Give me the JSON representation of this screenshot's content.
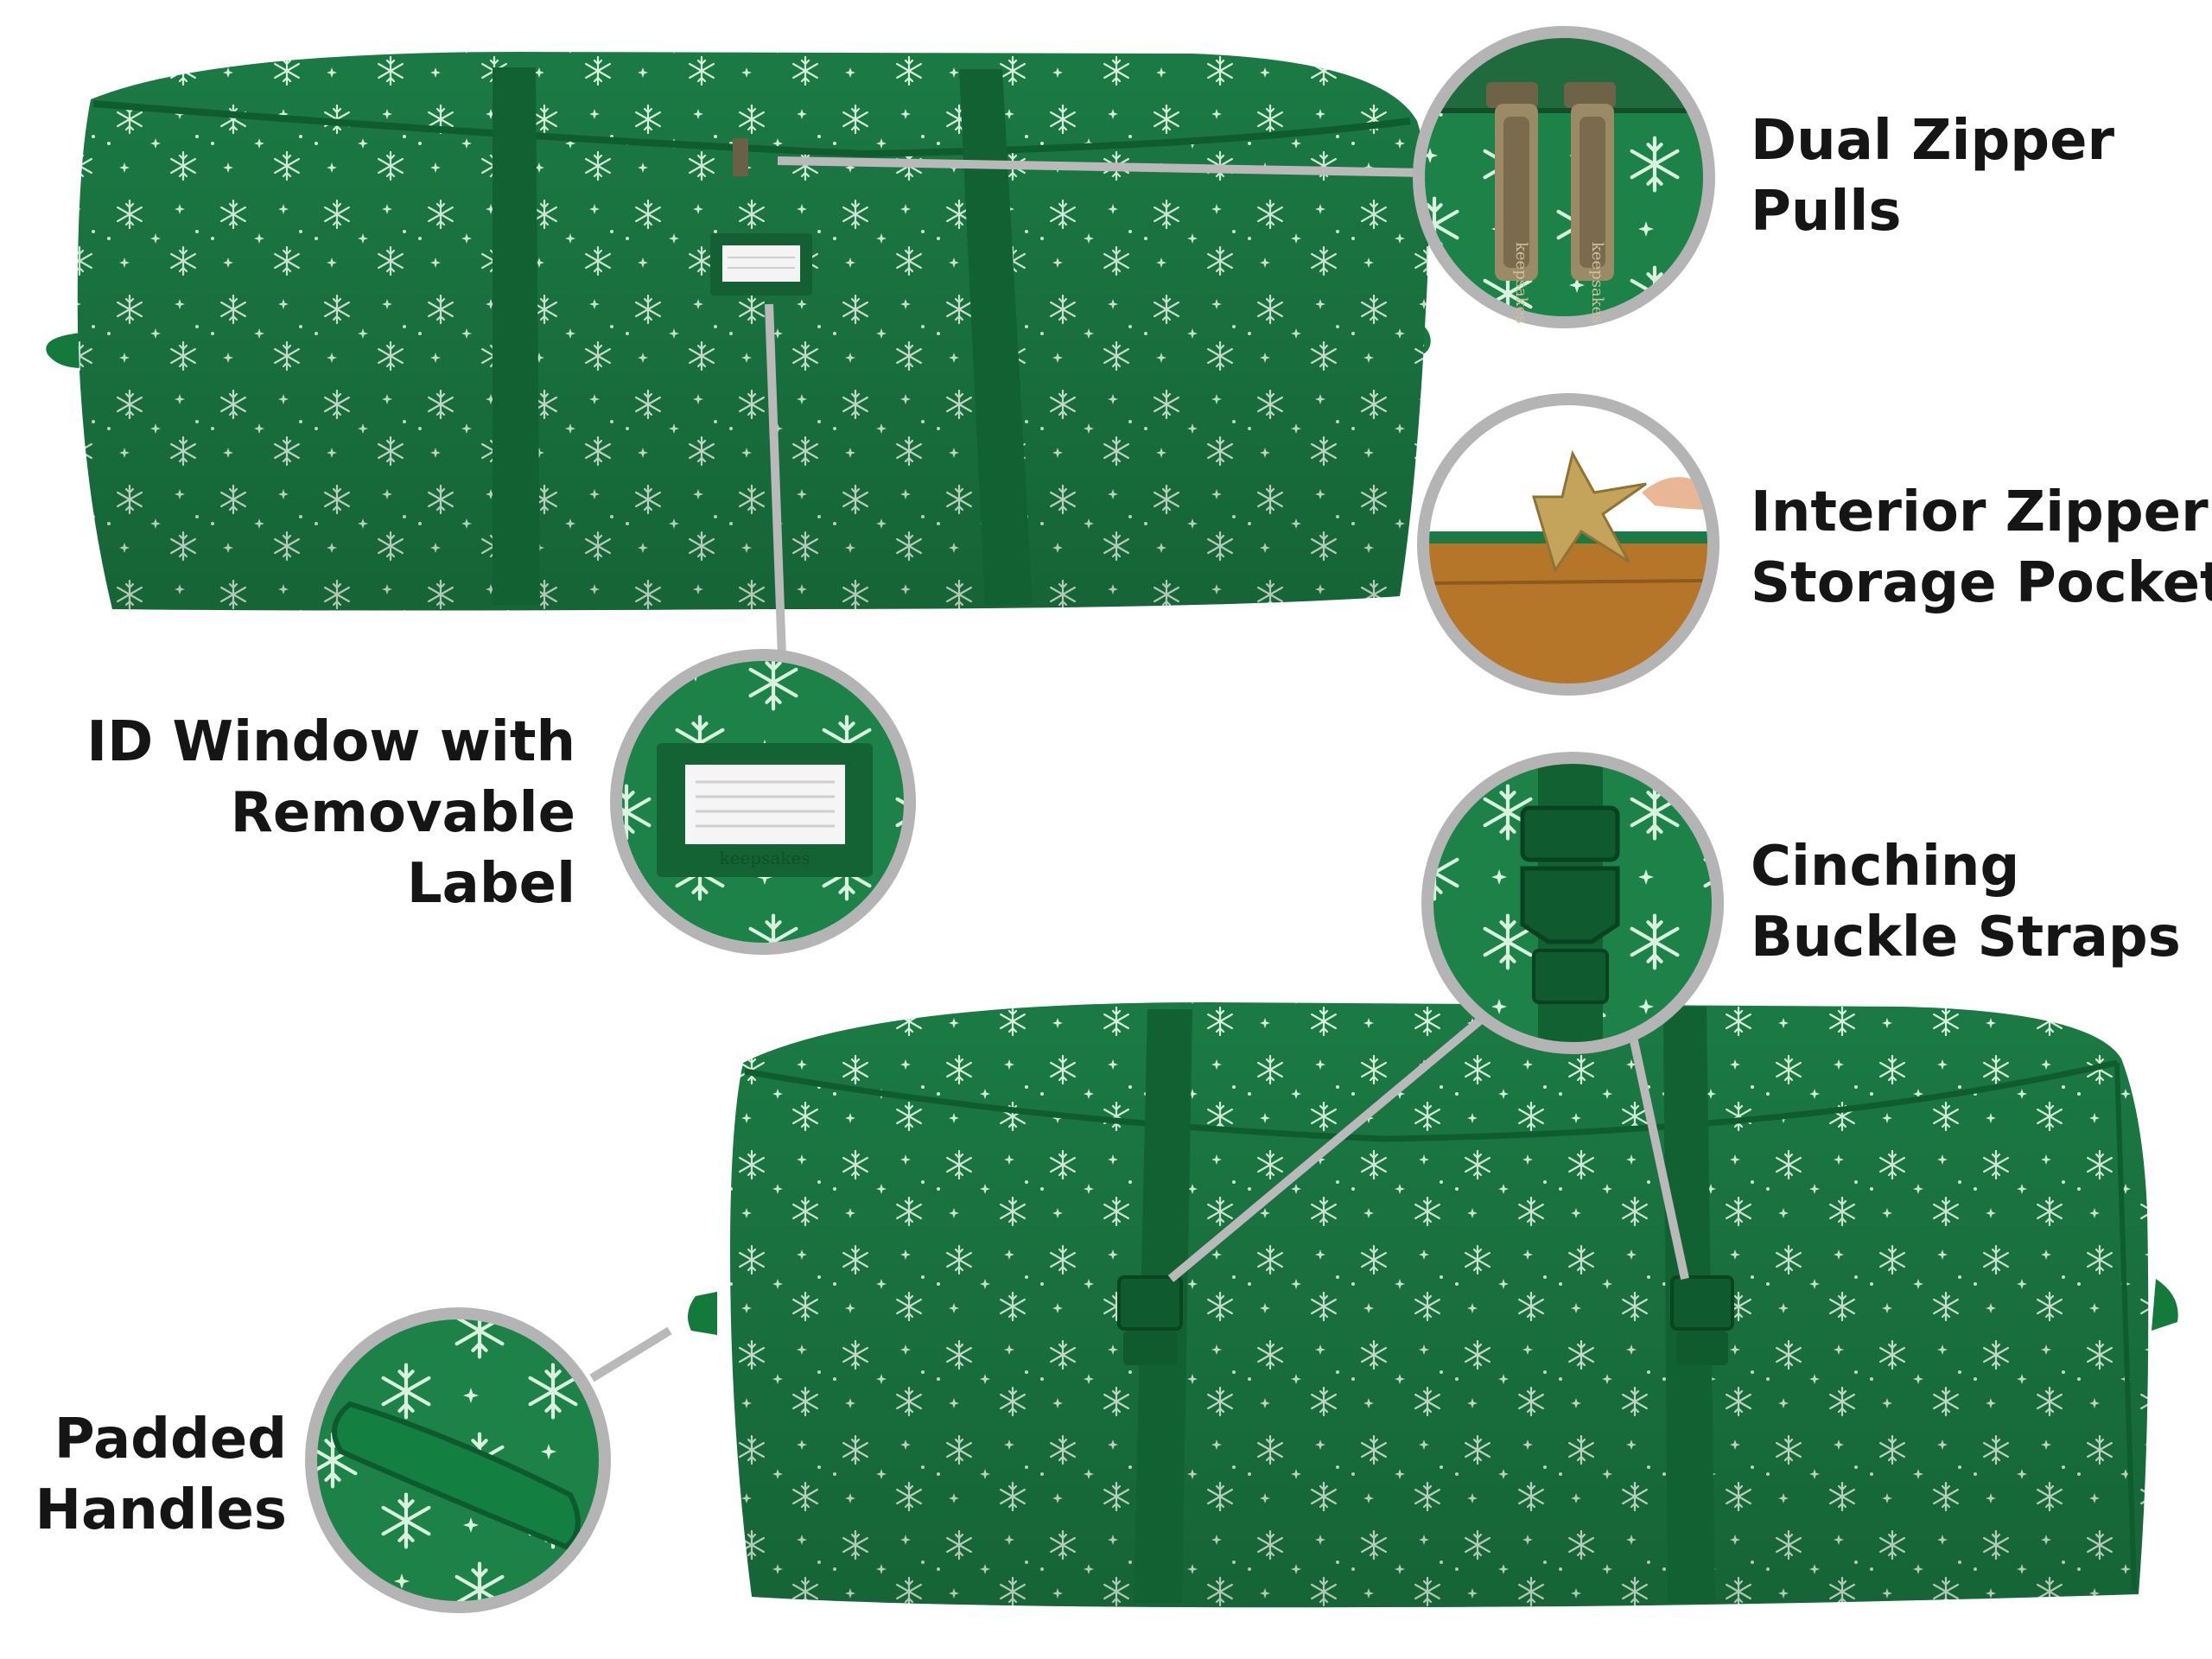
{
  "colors": {
    "bag_green": "#1b7a43",
    "bag_dark": "#125c31",
    "strap": "#116133",
    "pattern": "#d8f2de",
    "ring": "#b4b4b4",
    "leader": "#b9b9b9",
    "label_text": "#151515",
    "pocket_tan": "#b5762a",
    "zipper_metal": "#8a7a5c"
  },
  "callouts": {
    "dual_zipper": {
      "line1": "Dual Zipper",
      "line2": "Pulls",
      "icon": "zipper-pulls-icon"
    },
    "interior_pocket": {
      "line1": "Interior Zipper",
      "line2": "Storage Pocket",
      "icon": "interior-pocket-icon"
    },
    "id_window": {
      "line1": "ID Window with",
      "line2": "Removable",
      "line3": "Label",
      "icon": "id-window-icon"
    },
    "cinching": {
      "line1": "Cinching",
      "line2": "Buckle Straps",
      "icon": "buckle-icon"
    },
    "padded_handles": {
      "line1": "Padded",
      "line2": "Handles",
      "icon": "handle-icon"
    }
  },
  "zipper_brand": "keepsakes",
  "id_window_brand": "keepsakes"
}
